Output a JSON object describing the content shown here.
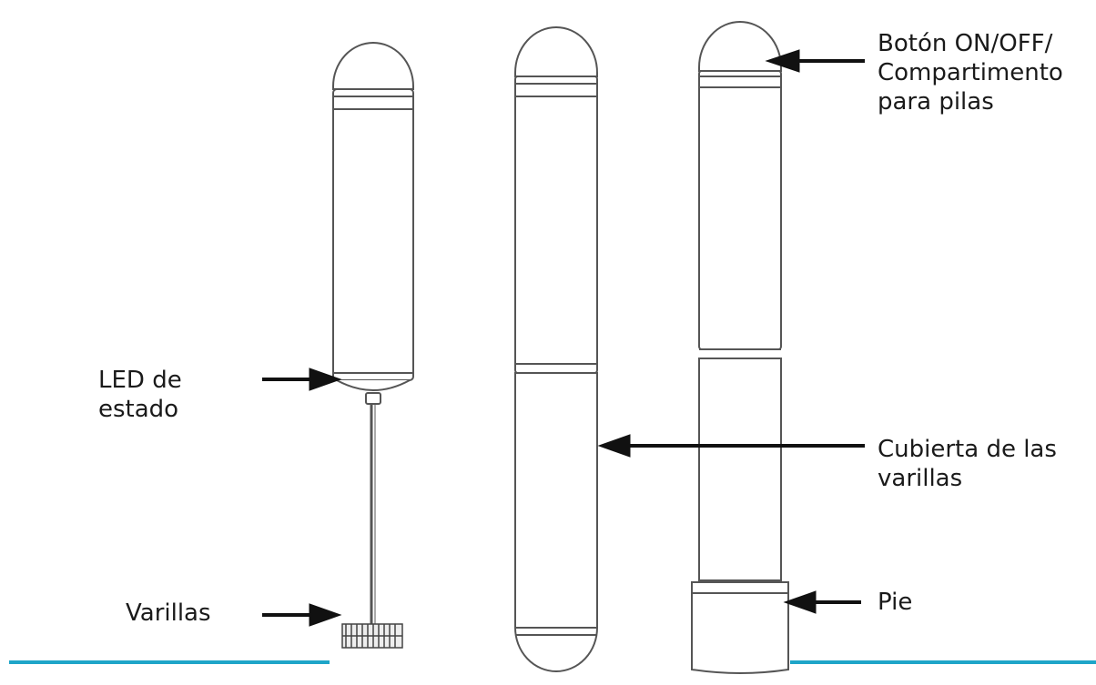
{
  "labels": {
    "boton": [
      "Botón ON/OFF/",
      "Compartimento",
      "para pilas"
    ],
    "led": [
      "LED de",
      "estado"
    ],
    "cubierta": [
      "Cubierta de las",
      "varillas"
    ],
    "varillas": [
      "Varillas"
    ],
    "pie": [
      "Pie"
    ]
  },
  "colors": {
    "ground_line": "#1ea5c8",
    "stroke": "#555555",
    "arrow": "#111111"
  }
}
